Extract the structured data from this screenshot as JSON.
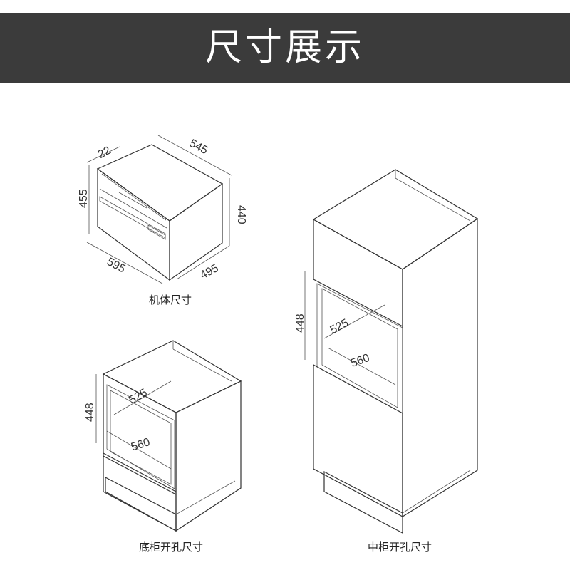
{
  "header": {
    "title": "尺寸展示"
  },
  "captions": {
    "oven": "机体尺寸",
    "base_cabinet": "底柜开孔尺寸",
    "tall_cabinet": "中柜开孔尺寸"
  },
  "oven_dims": {
    "depth_front": "22",
    "top_depth": "545",
    "height_left": "455",
    "height_right": "440",
    "width": "595",
    "depth": "495"
  },
  "base_dims": {
    "height": "448",
    "depth": "525",
    "width": "560"
  },
  "tall_dims": {
    "height": "448",
    "depth": "525",
    "width": "560"
  }
}
